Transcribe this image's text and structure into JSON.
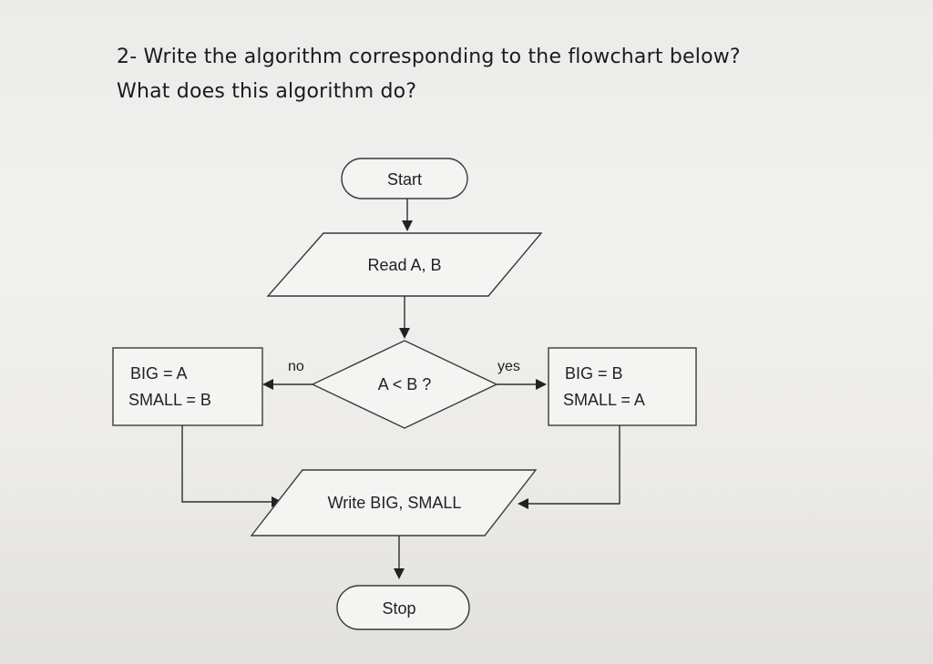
{
  "question": {
    "line1": "2- Write the algorithm corresponding to the flowchart below?",
    "line2": "What does this algorithm do?"
  },
  "flowchart": {
    "start": "Start",
    "read": "Read A, B",
    "decision": "A < B ?",
    "label_no": "no",
    "label_yes": "yes",
    "left_box": {
      "line1": "BIG = A",
      "line2": "SMALL = B"
    },
    "right_box": {
      "line1": "BIG = B",
      "line2": "SMALL = A"
    },
    "write": "Write BIG, SMALL",
    "stop": "Stop"
  }
}
